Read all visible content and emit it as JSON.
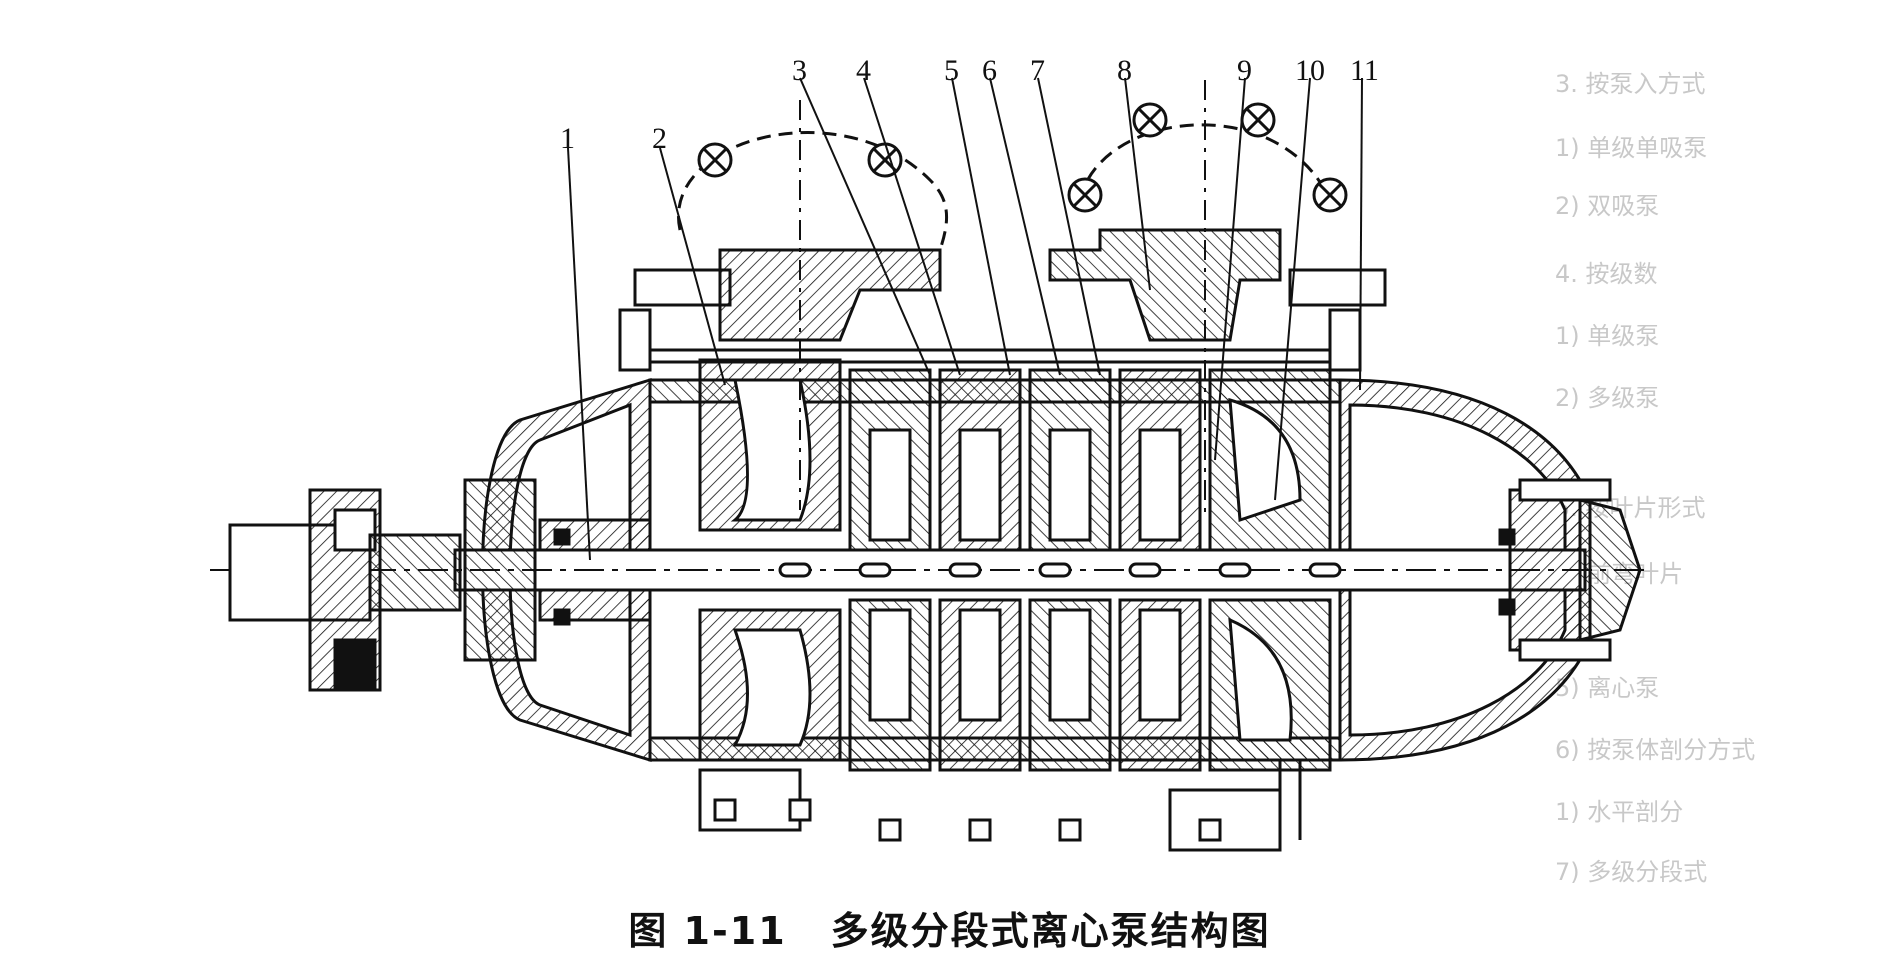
{
  "figure": {
    "caption_number": "图 1-11",
    "caption_title": "多级分段式离心泵结构图"
  },
  "part_labels": [
    "1",
    "2",
    "3",
    "4",
    "5",
    "6",
    "7",
    "8",
    "9",
    "10",
    "11"
  ],
  "bleed_through_text": [
    "3. 按泵入方式",
    "1) 单级单吸泵",
    "2) 双吸泵",
    "4. 按级数",
    "1) 单级泵",
    "2) 多级泵",
    "5. 按叶片形式",
    "1) 前弯叶片",
    "5) 离心泵",
    "6) 按泵体剖分方式",
    "1) 水平剖分",
    "7) 多级分段式"
  ],
  "colors": {
    "ink": "#111111",
    "ghost": "#9c9c9c",
    "background": "#ffffff"
  }
}
